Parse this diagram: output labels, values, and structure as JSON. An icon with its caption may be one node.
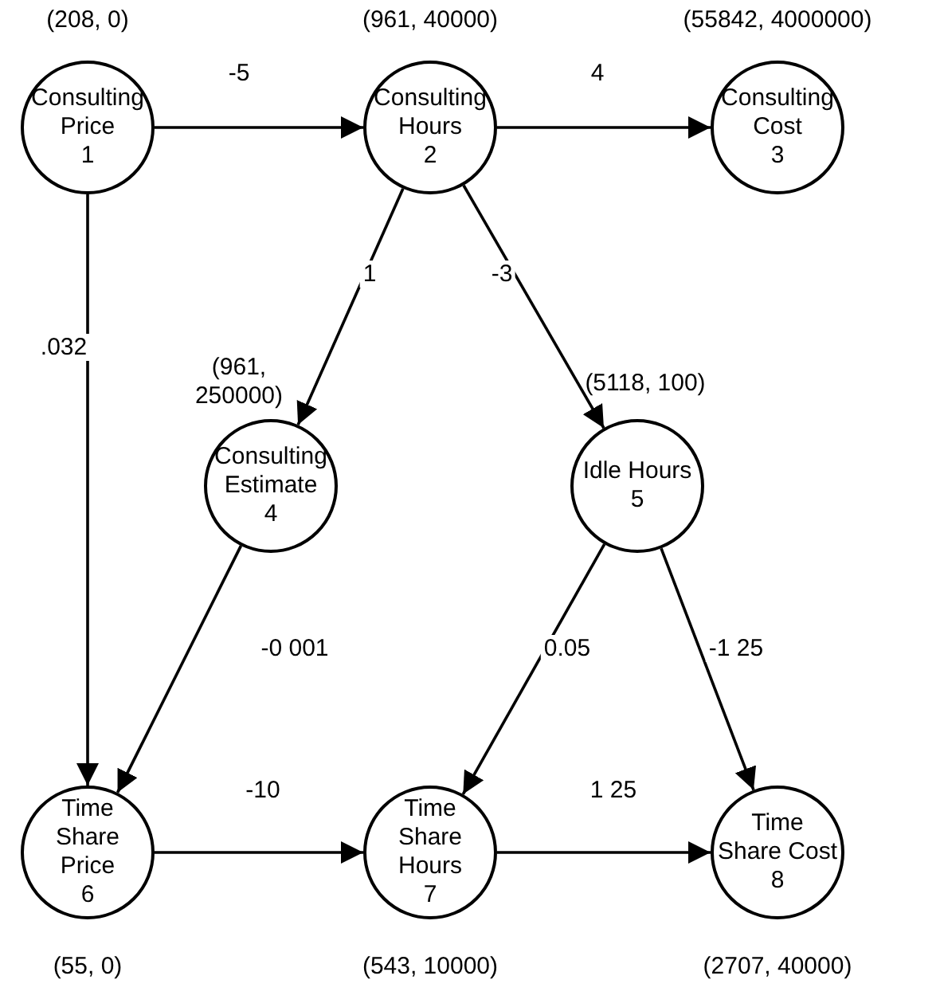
{
  "diagram": {
    "nodes": [
      {
        "text": [
          "Consulting Price",
          "1"
        ],
        "beside": [
          "(208, 0)"
        ]
      },
      {
        "text": [
          "Consulting Hours",
          "2"
        ],
        "beside": [
          "(961, 40000)"
        ]
      },
      {
        "text": [
          "Consulting Cost",
          "3"
        ],
        "beside": [
          "(55842, 4000000)"
        ]
      },
      {
        "text": [
          "Consulting Estimate",
          "4"
        ],
        "beside": [
          "(961, 250000)"
        ]
      },
      {
        "text": [
          "Idle Hours",
          "5"
        ],
        "beside": [
          "(5118, 100)"
        ]
      },
      {
        "text": [
          "Time Share Price",
          "6"
        ],
        "beside": [
          "(55, 0)"
        ]
      },
      {
        "text": [
          "Time Share Hours",
          "7"
        ],
        "beside": [
          "(543, 10000)"
        ]
      },
      {
        "text": [
          "Time Share Cost",
          "8"
        ],
        "beside": [
          "(2707, 40000)"
        ]
      }
    ],
    "edges": [
      {
        "from": 0,
        "to": 1,
        "arrow": "to",
        "label": "-5"
      },
      {
        "from": 1,
        "to": 2,
        "arrow": "to",
        "label": "4"
      },
      {
        "from": 0,
        "to": 5,
        "arrow": "to",
        "label": ".032"
      },
      {
        "from": 1,
        "to": 3,
        "arrow": "to",
        "label": "1"
      },
      {
        "from": 1,
        "to": 4,
        "arrow": "to",
        "label": "-3"
      },
      {
        "from": 3,
        "to": 5,
        "arrow": "to",
        "label": "-0 001"
      },
      {
        "from": 4,
        "to": 6,
        "arrow": "to",
        "label": "0.05"
      },
      {
        "from": 4,
        "to": 7,
        "arrow": "to",
        "label": "-1 25"
      },
      {
        "from": 5,
        "to": 6,
        "arrow": "to",
        "label": "-10"
      },
      {
        "from": 6,
        "to": 7,
        "arrow": "to",
        "label": "1 25"
      }
    ]
  }
}
